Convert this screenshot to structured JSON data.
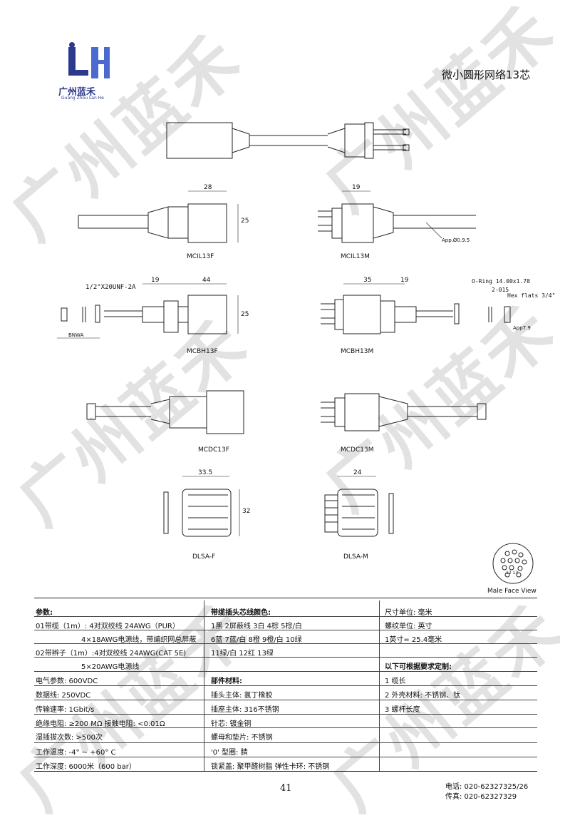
{
  "header": {
    "title": "微小圆形网络13芯",
    "logo_letters": "LH",
    "logo_cn": "广州蓝禾",
    "logo_en": "Guang Zhou Lan He"
  },
  "watermark": "广州蓝禾",
  "drawings": {
    "mcil13f": {
      "label": "MCIL13F",
      "dim_w": "28",
      "dim_h": "25"
    },
    "mcil13m": {
      "label": "MCIL13M",
      "dim_w": "19",
      "note": "App.Ø0.9.5"
    },
    "mcbh13f": {
      "label": "MCBH13F",
      "thread": "1/2\"X20UNF-2A",
      "dim_a": "19",
      "dim_b": "44",
      "dim_h": "25",
      "bnwa": "BNWA"
    },
    "mcbh13m": {
      "label": "MCBH13M",
      "dim_a": "35",
      "dim_b": "19",
      "oring": "O-Ring 14.00x1.78",
      "oring2": "2-015",
      "hex": "Hex flats 3/4\"",
      "app": "App7.9"
    },
    "mcdc13f": {
      "label": "MCDC13F"
    },
    "mcdc13m": {
      "label": "MCDC13M"
    },
    "dlsaf": {
      "label": "DLSA-F",
      "dim_w": "33.5",
      "dim_h": "32"
    },
    "dlsam": {
      "label": "DLSA-M",
      "dim_w": "24"
    },
    "face": {
      "label": "Male Face View",
      "pins": "12 13"
    }
  },
  "spec": {
    "col1": {
      "heading": "参数:",
      "rows": [
        "01带缆（1m）: 4对双绞线 24AWG（PUR）",
        "4×18AWG电源线，带编织网总屏蔽",
        "02带辫子（1m）:4对双绞线 24AWG(CAT 5E)",
        "5×20AWG电源线",
        "电气参数: 600VDC",
        "数据线: 250VDC",
        "传输速率: 1Gbit/s",
        "绝缘电阻: ≥200 MΩ    接触电阻: <0.01Ω",
        "湿插拔次数: >500次",
        "工作温度: -4° ~ +60° C",
        "工作深度: 6000米（600 bar）"
      ]
    },
    "col2": {
      "heading": "带缆插头芯线颜色:",
      "color_rows": [
        "1黑      2屏蔽线     3白      4棕   5棕/白",
        "6蓝    7蓝/白  8橙      9橙/白   10绿",
        "11绿/白  12红    13绿"
      ],
      "material_heading": "部件材料:",
      "material_rows": [
        "插头主体: 氯丁橡胶",
        "插座主体: 316不锈钢",
        "针芯: 镀金铜",
        "螺母和垫片: 不锈钢",
        "'0'  型圈: 腈",
        "锁紧盖: 聚甲醛树脂     弹性卡环: 不锈钢"
      ]
    },
    "col3": {
      "rows": [
        "尺寸单位: 毫米",
        "螺纹单位: 英寸",
        "1英寸= 25.4毫米"
      ],
      "custom_heading": "以下可根据要求定制:",
      "custom_rows": [
        "1  缆长",
        "2  外壳材料: 不锈钢、钛",
        "3  螺杆长度"
      ]
    }
  },
  "footer": {
    "page": "41",
    "phone": "电话: 020-62327325/26",
    "fax": "传真: 020-62327329"
  }
}
